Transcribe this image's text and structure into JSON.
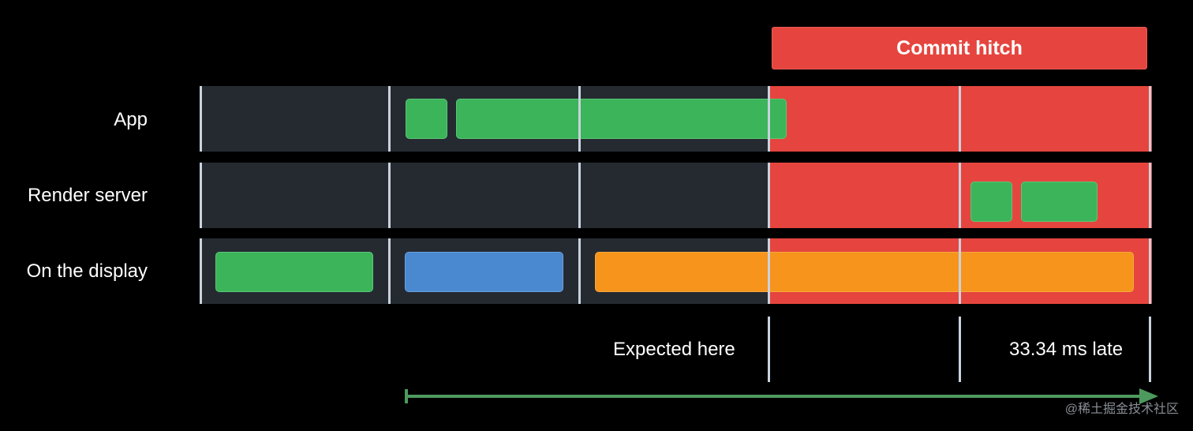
{
  "banner": {
    "label": "Commit hitch"
  },
  "rows": {
    "app": "App",
    "render_server": "Render server",
    "display": "On the display"
  },
  "annotations": {
    "expected": "Expected here",
    "late": "33.34 ms late"
  },
  "watermark": "@稀土掘金技术社区",
  "colors": {
    "background": "#000000",
    "lane_dark": "#252a31",
    "hitch_red": "#e5453e",
    "frame_green": "#3bb45a",
    "frame_blue": "#4a88d0",
    "frame_orange": "#f6941c",
    "arrow_green": "#4e9a5e"
  }
}
